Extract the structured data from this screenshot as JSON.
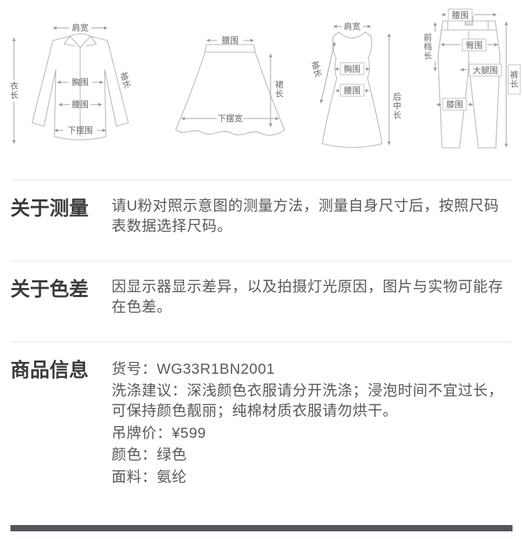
{
  "colors": {
    "footer_bar": "#53565a",
    "divider": "#e7e7e7",
    "title_text": "#3c3c3c",
    "body_text": "#595959",
    "diagram_line": "#b3b3b3"
  },
  "diagrams": {
    "shirt": {
      "labels": {
        "shoulder": "肩宽",
        "length": "衣长",
        "sleeve": "袖长",
        "chest": "胸围",
        "waist": "腰围",
        "hem": "下摆围"
      }
    },
    "skirt": {
      "labels": {
        "waist": "腰围",
        "length": "裙长",
        "hem_width": "下摆宽"
      }
    },
    "dress": {
      "labels": {
        "shoulder": "肩宽",
        "sleeve": "袖长",
        "chest": "胸围",
        "waist": "腰围",
        "back_length": "后中长"
      }
    },
    "pants": {
      "labels": {
        "waist": "腰围",
        "front_rise": "前档长",
        "hip": "臀围",
        "thigh": "大腿围",
        "knee": "膝围",
        "length": "裤长"
      }
    }
  },
  "sections": {
    "measurement": {
      "title": "关于测量",
      "content": "请U粉对照示意图的测量方法，测量自身尺寸后，按照尺码表数据选择尺码。"
    },
    "color": {
      "title": "关于色差",
      "content": "因显示器显示差异，以及拍摄灯光原因，图片与实物可能存在色差。"
    },
    "product": {
      "title": "商品信息",
      "lines": [
        "货号：WG33R1BN2001",
        "洗涤建议：深浅颜色衣服请分开洗涤；浸泡时间不宜过长，可保持颜色靓丽；纯棉材质衣服请勿烘干。",
        "吊牌价：¥599",
        "颜色：绿色",
        "面料：氨纶"
      ]
    }
  }
}
